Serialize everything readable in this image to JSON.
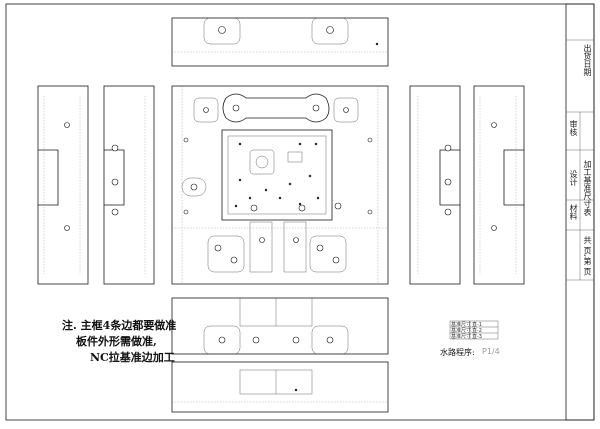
{
  "notes": {
    "line1": "注. 主框4条边都要做准",
    "line2": "板件外形需做准,",
    "line3": "NC拉基准边加工"
  },
  "waterway": {
    "label": "水路程序:",
    "value": "P1/4"
  },
  "legend_rows": [
    {
      "label": "基准尺寸",
      "value": "直-1"
    },
    {
      "label": "基准尺寸",
      "value": "直-2"
    },
    {
      "label": "基准尺寸",
      "value": "直-3"
    }
  ],
  "title_block": {
    "approval": "审核",
    "design": "设计",
    "title_top": "出货日期",
    "drawing_name": "加工基准尺寸表",
    "material": "材料",
    "pages": "共 页,第 页"
  }
}
